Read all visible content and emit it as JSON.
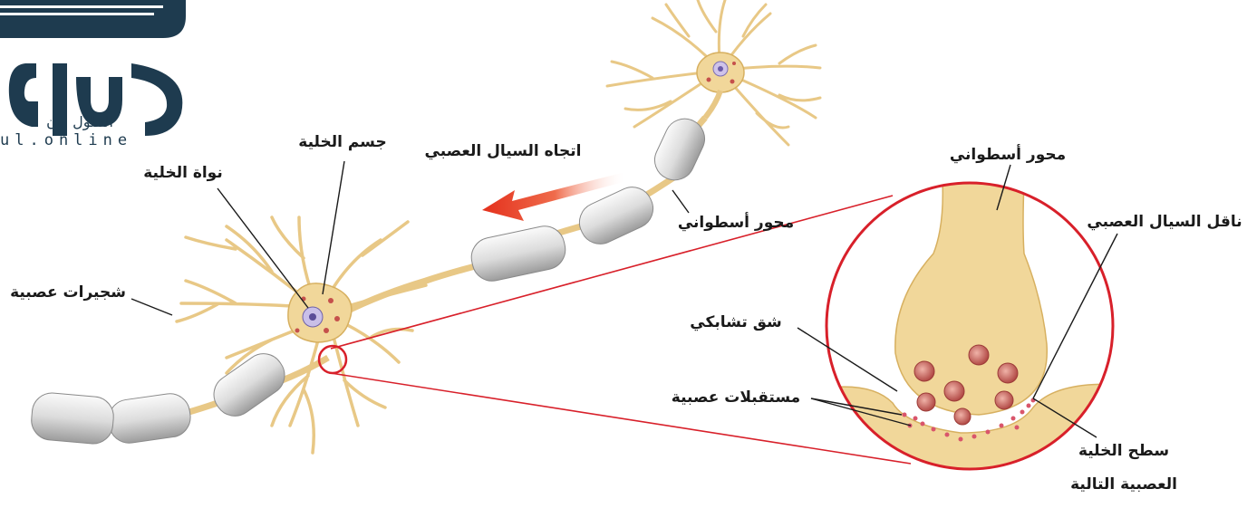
{
  "labels": {
    "cell_body": "جسم الخلية",
    "nucleus": "نواة الخلية",
    "flow_direction": "اتجاه السيال العصبي",
    "axon_main": "محور أسطواني",
    "axon_zoom": "محور أسطواني",
    "dendrites": "شجيرات عصبية",
    "synaptic_cleft": "شق تشابكي",
    "neurotransmitter": "ناقل السيال العصبي",
    "receptors": "مستقبلات عصبية",
    "next_cell_line1": "سطح الخلية",
    "next_cell_line2": "العصبية التالية"
  },
  "logo": {
    "arabic": "الحلول اون",
    "latin": "ul.online"
  },
  "colors": {
    "neuron": "#f1d79a",
    "neuron_edge": "#d7b060",
    "myelin": "#e3e3e3",
    "arrow": "#e4301c",
    "zoom_circle": "#d8202a",
    "logo": "#1e3b4f"
  }
}
